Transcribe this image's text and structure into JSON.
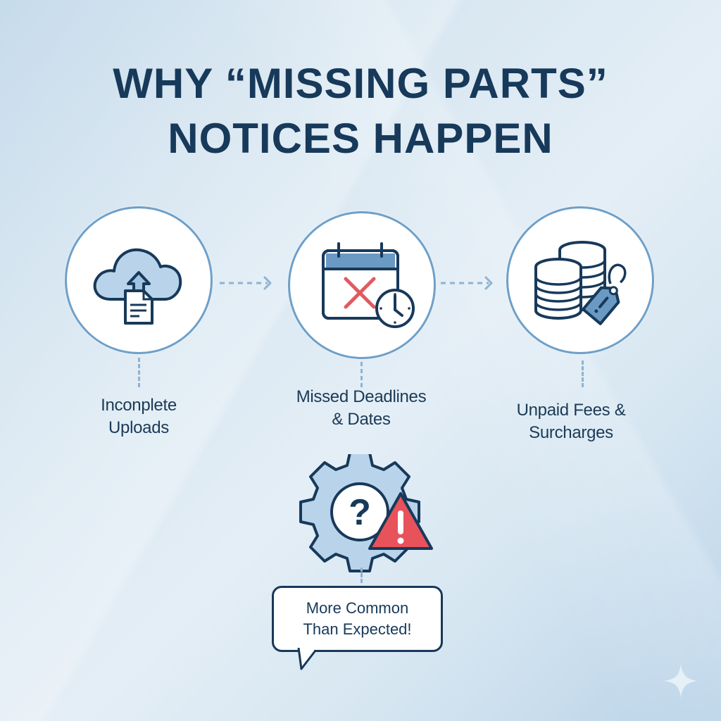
{
  "title": {
    "line1": "WHY “MISSING PARTS”",
    "line2": "NOTICES HAPPEN"
  },
  "steps": [
    {
      "icon": "cloud-upload-document-icon",
      "label_line1": "Inconplete",
      "label_line2": "Uploads"
    },
    {
      "icon": "calendar-missed-clock-icon",
      "label_line1": "Missed Deadlines",
      "label_line2": "& Dates"
    },
    {
      "icon": "coins-price-tag-icon",
      "label_line1": "Unpaid Fees &",
      "label_line2": "Surcharges"
    }
  ],
  "callout": {
    "icon": "gear-question-warning-icon",
    "line1": "More Common",
    "line2": "Than Expected!"
  },
  "colors": {
    "navy": "#17395a",
    "accent_blue": "#6fa0c8",
    "light_fill": "#b9d4ea",
    "warning_red": "#e8525a",
    "background": "#dae8f2"
  },
  "watermark": "sparkle-icon"
}
